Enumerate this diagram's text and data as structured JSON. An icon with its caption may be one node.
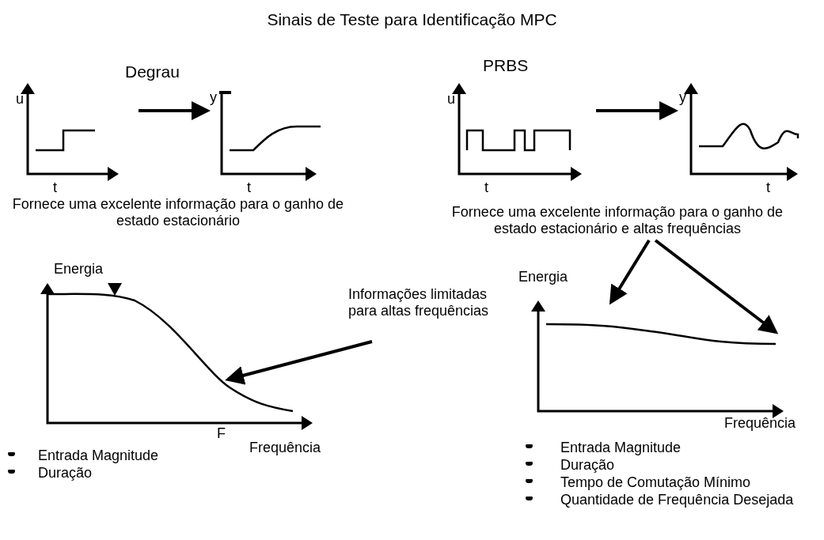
{
  "diagram": {
    "title": "Sinais de Teste para Identificação MPC",
    "nodes": [
      {
        "text": [
          "u",
          "t"
        ]
      },
      {
        "text": [
          "y",
          "t"
        ]
      },
      {
        "text": [
          "u",
          "t"
        ]
      },
      {
        "text": [
          "y",
          "t"
        ]
      },
      {
        "text": [
          "Informações limitadas para altas frequências"
        ]
      },
      {
        "text": [
          "Fornece uma excelente informação para o ganho de estado estacionário e altas frequências"
        ]
      },
      {
        "text": [
          "Energia",
          "F",
          "Frequência"
        ]
      },
      {
        "text": [
          "Energia",
          "Frequência"
        ]
      }
    ],
    "edges": [
      {
        "from": 0,
        "to": 1,
        "arrow": "to"
      },
      {
        "from": 2,
        "to": 3,
        "arrow": "to"
      },
      {
        "from": 4,
        "to": 6,
        "arrow": "to"
      },
      {
        "from": 5,
        "to": 7,
        "arrow": "to"
      },
      {
        "from": 5,
        "to": 7,
        "arrow": "to"
      }
    ],
    "labels": [
      "Degrau",
      "PRBS",
      "Fornece uma excelente informação para o ganho de estado estacionário",
      "Entrada Magnitude",
      "Duração",
      "Entrada Magnitude",
      "Duração",
      "Tempo de Comutação Mínimo",
      "Quantidade de Frequência Desejada"
    ]
  }
}
